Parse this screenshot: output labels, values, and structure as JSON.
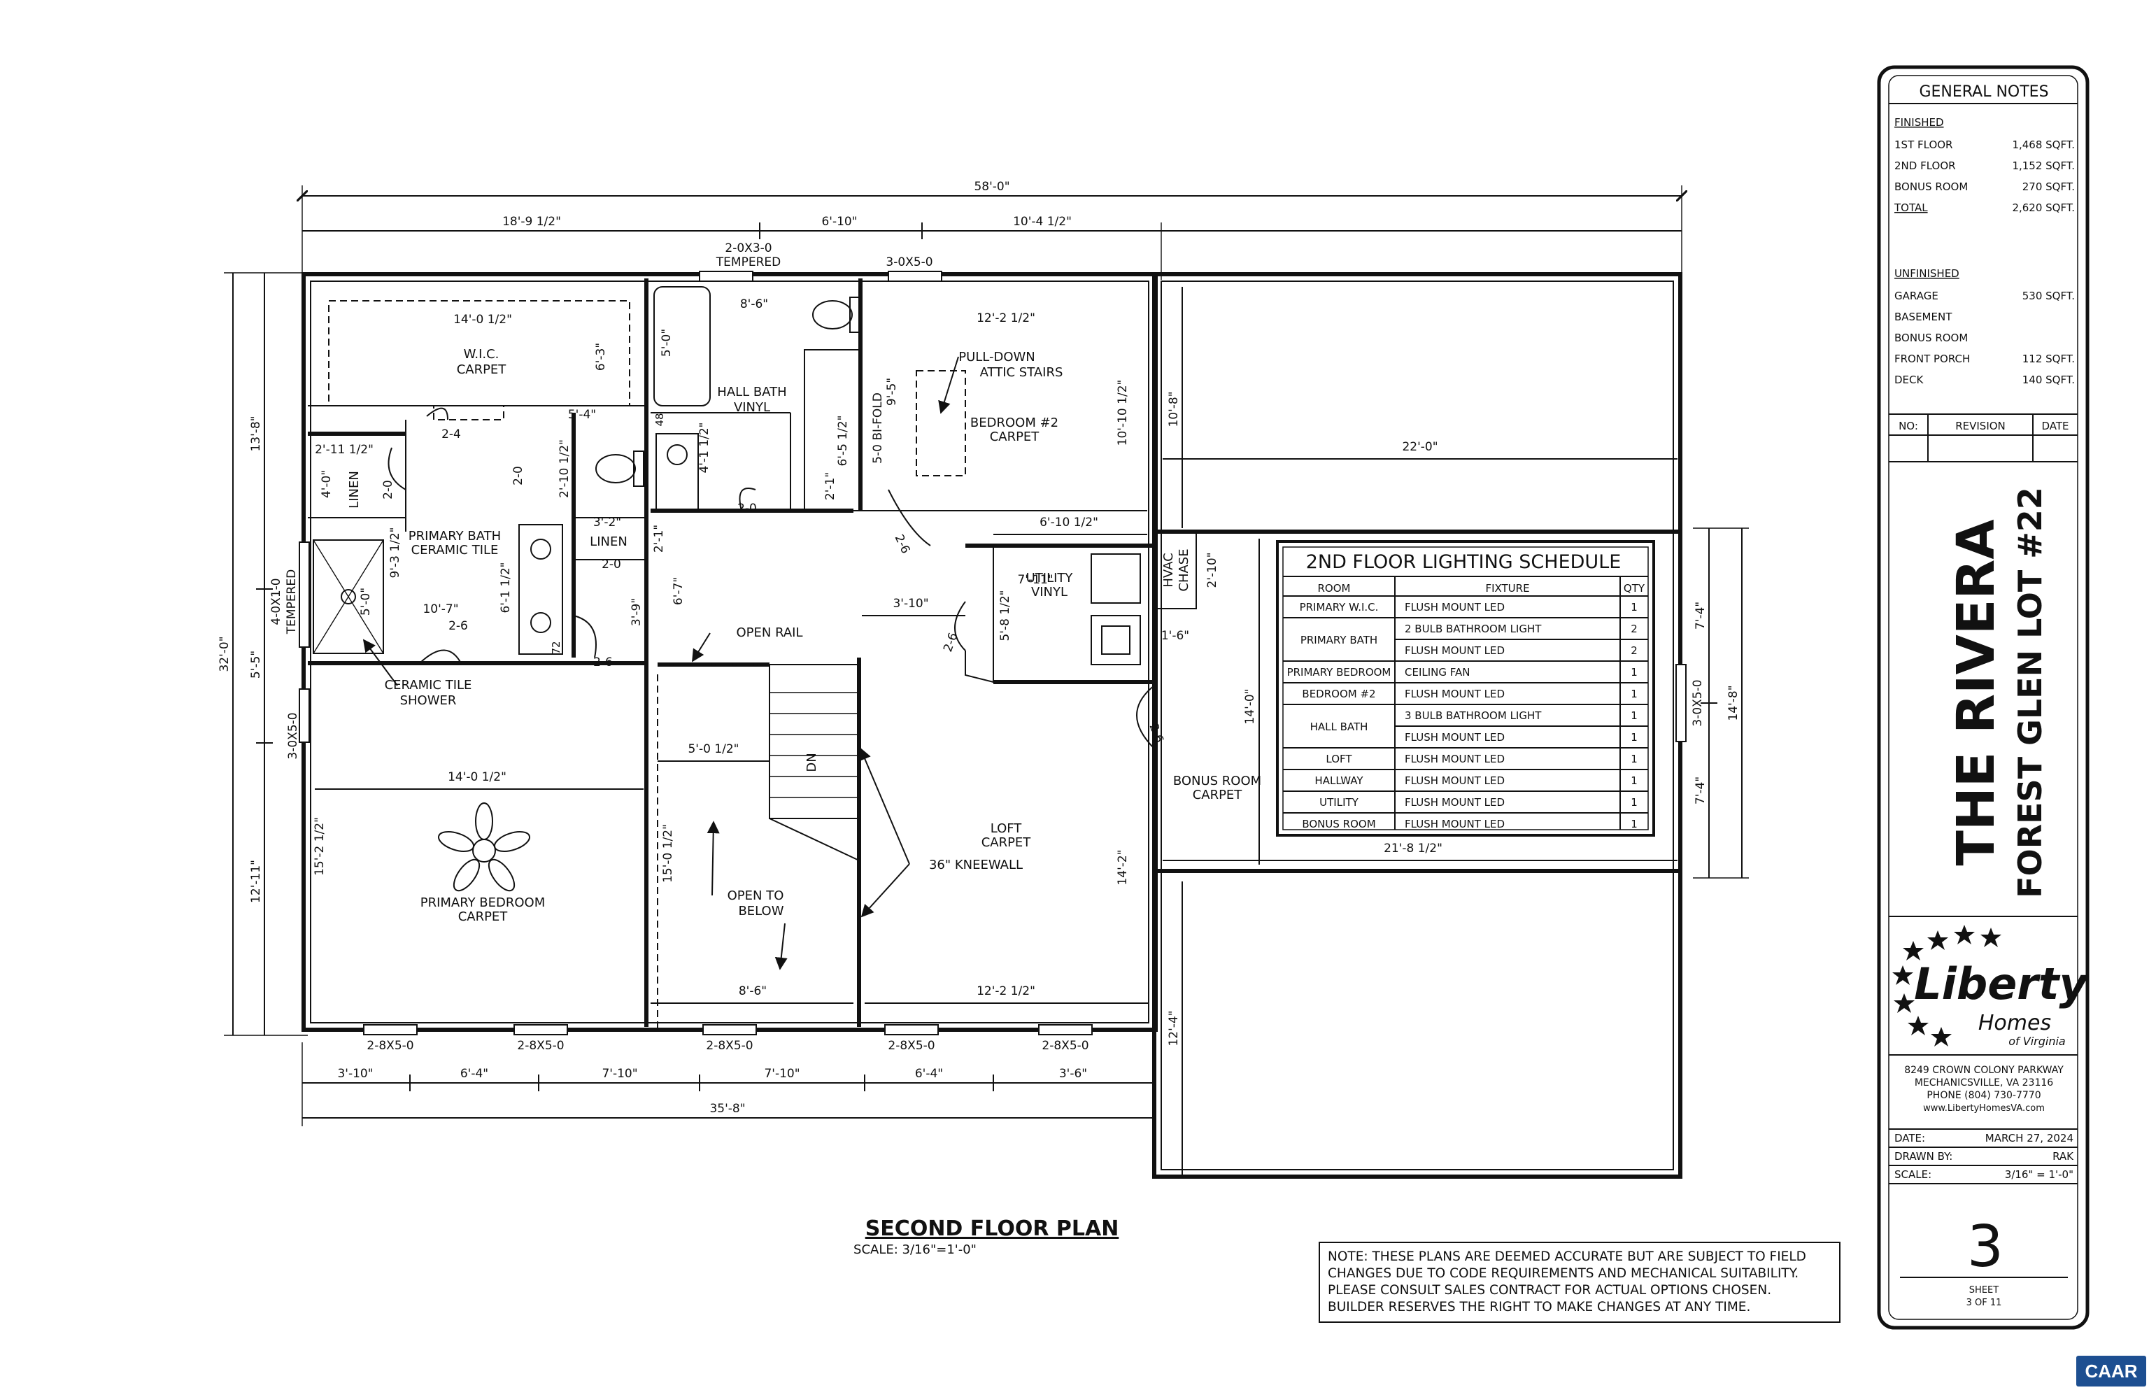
{
  "overall": {
    "w": "58'-0\"",
    "seg1": "18'-9 1/2\"",
    "seg2": "6'-10\"",
    "seg3": "10'-4 1/2\"",
    "height": "32'-0\"",
    "left1": "13'-8\"",
    "left2": "5'-5\"",
    "left3": "12'-11\"",
    "right_lower": "12'-4\"",
    "right_top": "10'-8\""
  },
  "bottom_dims": [
    "3'-10\"",
    "6'-4\"",
    "7'-10\"",
    "7'-10\"",
    "6'-4\"",
    "3'-6\""
  ],
  "bottom_total": "35'-8\"",
  "windows": {
    "top1": "2-0X3-0",
    "top1b": "TEMPERED",
    "top2": "3-0X5-0",
    "bottom": [
      "2-8X5-0",
      "2-8X5-0",
      "2-8X5-0",
      "2-8X5-0",
      "2-8X5-0"
    ],
    "left_lower": "3-0X5-0",
    "left_tempered": "4-0X1-0",
    "left_tempered_b": "TEMPERED",
    "right": "3-0X5-0"
  },
  "rooms": {
    "wic": "W.I.C.",
    "wic_floor": "CARPET",
    "wic_w": "14'-0 1/2\"",
    "wic_h": "6'-3\"",
    "wic_d": "5'-4\"",
    "hall_bath": "HALL BATH",
    "hall_bath_floor": "VINYL",
    "hall_bath_w": "8'-6\"",
    "hall_bath_a": "5'-0\"",
    "hall_bath_b": "4'-1 1/2\"",
    "hall_bath_c": "48",
    "bedroom2": "BEDROOM #2",
    "bedroom2_floor": "CARPET",
    "bedroom2_w": "12'-2 1/2\"",
    "bedroom2_h": "10'-10 1/2\"",
    "attic": "PULL-DOWN",
    "attic_b": "ATTIC STAIRS",
    "bifold": "5-0 BI-FOLD",
    "closet_a": "6'-5 1/2\"",
    "closet_b": "2'-1\"",
    "closet_c": "9'-5\"",
    "primary_bath": "PRIMARY BATH",
    "primary_bath_floor": "CERAMIC TILE",
    "pb_w": "10'-7\"",
    "pb_a": "6'-1 1/2\"",
    "pb_b": "9'-3 1/2\"",
    "pb_c": "2'-10 1/2\"",
    "pb_d": "3'-2\"",
    "pb_e": "72",
    "linen": "LINEN",
    "linen2": "LINEN",
    "linen_a": "2'-11 1/2\"",
    "linen_b": "4'-0\"",
    "shower_dim": "5'-0\"",
    "shower": "CERAMIC TILE",
    "shower_b": "SHOWER",
    "primary_bedroom": "PRIMARY BEDROOM",
    "primary_bedroom_floor": "CARPET",
    "pbr_w": "14'-0 1/2\"",
    "pbr_h": "15'-2 1/2\"",
    "utility": "UTILITY",
    "utility_floor": "VINYL",
    "utility_w": "7'-11\"",
    "utility_h": "5'-8 1/2\"",
    "hvac": "HVAC",
    "hvac_b": "CHASE",
    "hvac_dim": "2'-10\"",
    "hvac_dim2": "1'-6\"",
    "loft": "LOFT",
    "loft_floor": "CARPET",
    "loft_w": "12'-2 1/2\"",
    "loft_h": "14'-2\"",
    "kneewall": "36\" KNEEWALL",
    "open_rail": "OPEN RAIL",
    "open_below": "OPEN TO",
    "open_below_b": "BELOW",
    "stair_w": "5'-0 1/2\"",
    "open_h": "15'-0 1/2\"",
    "open_w": "8'-6\"",
    "dn": "DN",
    "bonus": "BONUS ROOM",
    "bonus_floor": "CARPET",
    "bonus_w": "22'-0\"",
    "bonus_w2": "21'-8 1/2\"",
    "bonus_h": "14'-0\"",
    "bonus_r1": "7'-4\"",
    "bonus_r2": "14'-8\"",
    "bonus_r3": "7'-4\"",
    "misc_a": "6'-10 1/2\"",
    "misc_b": "3'-10\"",
    "misc_c": "6'-7\"",
    "misc_d": "3'-9\"",
    "misc_e": "2'-1\""
  },
  "doors": {
    "d1": "2-4",
    "d2": "2-0",
    "d3": "2-0",
    "d4": "2-0",
    "d5": "2-6",
    "d6": "2-6",
    "d7": "2-6",
    "d8": "2-6",
    "d9": "2-6",
    "d10": "2-0"
  },
  "schedule": {
    "title": "2ND FLOOR LIGHTING SCHEDULE",
    "headers": [
      "ROOM",
      "FIXTURE",
      "QTY"
    ],
    "rows": [
      {
        "room": "PRIMARY W.I.C.",
        "fixture": "FLUSH MOUNT LED",
        "qty": "1"
      },
      {
        "room": "PRIMARY BATH",
        "fixture": "2 BULB BATHROOM LIGHT",
        "qty": "2"
      },
      {
        "room": "",
        "fixture": "FLUSH MOUNT LED",
        "qty": "2"
      },
      {
        "room": "PRIMARY BEDROOM",
        "fixture": "CEILING FAN",
        "qty": "1"
      },
      {
        "room": "BEDROOM #2",
        "fixture": "FLUSH MOUNT LED",
        "qty": "1"
      },
      {
        "room": "HALL BATH",
        "fixture": "3 BULB BATHROOM LIGHT",
        "qty": "1"
      },
      {
        "room": "",
        "fixture": "FLUSH MOUNT LED",
        "qty": "1"
      },
      {
        "room": "LOFT",
        "fixture": "FLUSH MOUNT LED",
        "qty": "1"
      },
      {
        "room": "HALLWAY",
        "fixture": "FLUSH MOUNT LED",
        "qty": "1"
      },
      {
        "room": "UTILITY",
        "fixture": "FLUSH MOUNT LED",
        "qty": "1"
      },
      {
        "room": "BONUS ROOM",
        "fixture": "FLUSH MOUNT LED",
        "qty": "1"
      }
    ]
  },
  "plan_title": "SECOND FLOOR PLAN",
  "plan_scale": "SCALE: 3/16\"=1'-0\"",
  "note": [
    "NOTE: THESE PLANS ARE DEEMED ACCURATE BUT ARE SUBJECT TO FIELD",
    "CHANGES DUE TO CODE REQUIREMENTS AND MECHANICAL SUITABILITY.",
    "PLEASE CONSULT SALES CONTRACT FOR ACTUAL OPTIONS CHOSEN.",
    "BUILDER RESERVES THE RIGHT TO MAKE CHANGES AT ANY TIME."
  ],
  "titleblock": {
    "general_notes": "GENERAL NOTES",
    "finished": "FINISHED",
    "finished_rows": [
      {
        "label": "1ST FLOOR",
        "value": "1,468 SQFT."
      },
      {
        "label": "2ND FLOOR",
        "value": "1,152 SQFT."
      },
      {
        "label": "BONUS ROOM",
        "value": "270 SQFT."
      },
      {
        "label": "TOTAL",
        "value": "2,620 SQFT."
      }
    ],
    "unfinished": "UNFINISHED",
    "unfinished_rows": [
      {
        "label": "GARAGE",
        "value": "530 SQFT."
      },
      {
        "label": "BASEMENT",
        "value": ""
      },
      {
        "label": "BONUS ROOM",
        "value": ""
      },
      {
        "label": "FRONT PORCH",
        "value": "112 SQFT."
      },
      {
        "label": "DECK",
        "value": "140 SQFT."
      }
    ],
    "rev_headers": [
      "NO:",
      "REVISION",
      "DATE"
    ],
    "project": "THE RIVERA",
    "lot": "FOREST GLEN LOT #22",
    "logo_main": "Liberty",
    "logo_sub": "Homes",
    "logo_sub2": "of Virginia",
    "address": [
      "8249 CROWN COLONY PARKWAY",
      "MECHANICSVILLE, VA 23116",
      "PHONE (804) 730-7770",
      "www.LibertyHomesVA.com"
    ],
    "date_label": "DATE:",
    "date": "MARCH 27, 2024",
    "drawn_label": "DRAWN BY:",
    "drawn": "RAK",
    "scale_label": "SCALE:",
    "scale": "3/16\" = 1'-0\"",
    "sheet_no": "3",
    "sheet_label": "SHEET",
    "sheet_of": "3 OF 11"
  },
  "badge": "CAAR"
}
